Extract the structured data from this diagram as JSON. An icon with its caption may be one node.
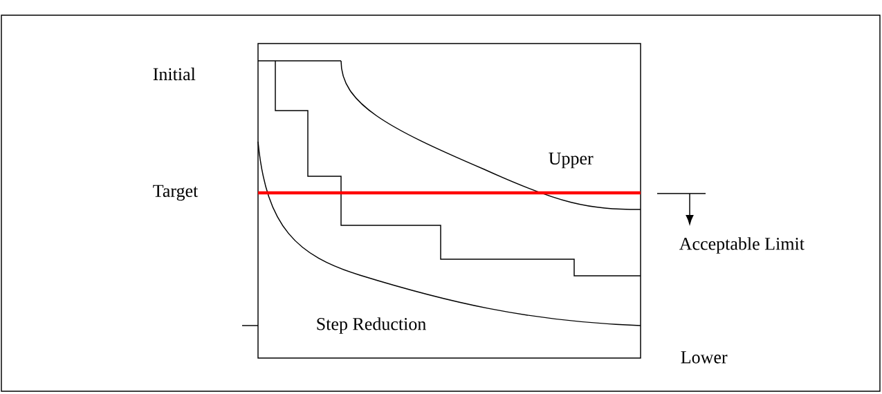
{
  "diagram": {
    "labels": [
      "Initial",
      "Upper",
      "Target",
      "Acceptable Limit",
      "Step Reduction",
      "Lower"
    ]
  }
}
